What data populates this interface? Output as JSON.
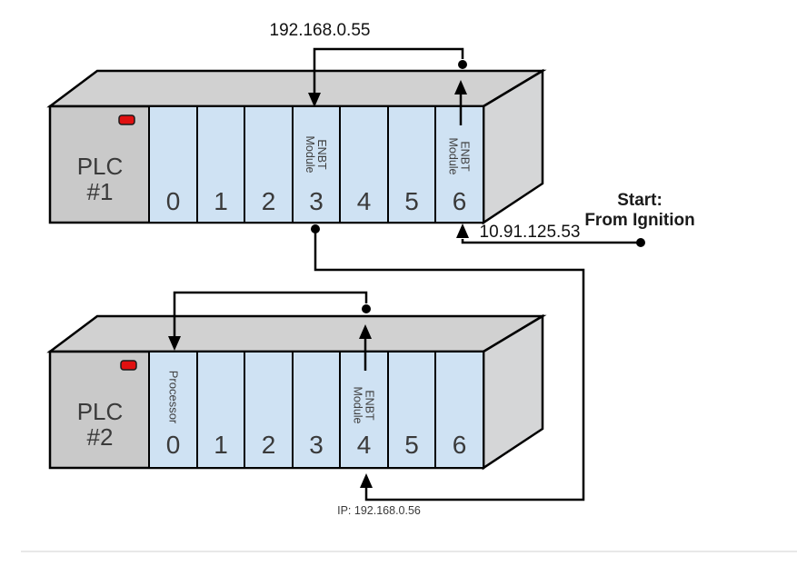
{
  "plc1": {
    "name_lines": [
      "PLC",
      "#1"
    ],
    "slot_numbers": [
      "0",
      "1",
      "2",
      "3",
      "4",
      "5",
      "6"
    ],
    "modules": {
      "slot3": [
        "ENBT",
        "Module"
      ],
      "slot6": [
        "ENBT",
        "Module"
      ]
    }
  },
  "plc2": {
    "name_lines": [
      "PLC",
      "#2"
    ],
    "slot_numbers": [
      "0",
      "1",
      "2",
      "3",
      "4",
      "5",
      "6"
    ],
    "modules": {
      "slot0": [
        "Processor"
      ],
      "slot4": [
        "ENBT",
        "Module"
      ]
    }
  },
  "labels": {
    "plc1_slot3_ip": "192.168.0.55",
    "plc1_slot6_ip": "10.91.125.53",
    "plc2_slot4_ip": "IP: 192.168.0.56",
    "start": [
      "Start:",
      "From Ignition"
    ]
  },
  "colors": {
    "slot_fill": "#cfe2f3",
    "front_gray": "#c9c9c9",
    "top_gray": "#d1d1d1",
    "side_gray": "#d5d6d7",
    "led_red": "#e01010"
  }
}
